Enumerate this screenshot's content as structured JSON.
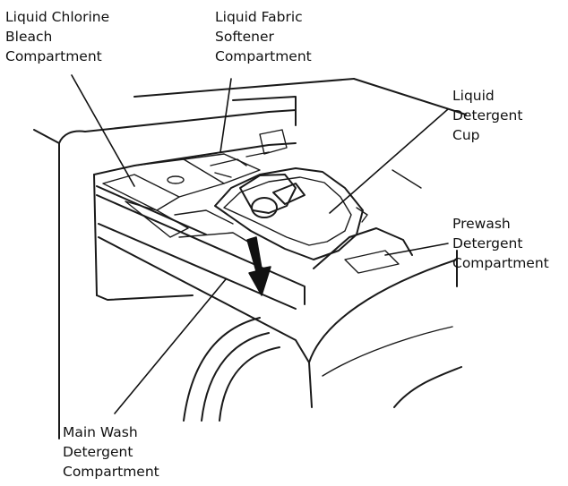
{
  "labels": {
    "bleach": {
      "lines": [
        "Liquid Chlorine",
        "Bleach",
        "Compartment"
      ]
    },
    "softener": {
      "lines": [
        "Liquid Fabric",
        "Softener",
        "Compartment"
      ]
    },
    "detergent_cup": {
      "lines": [
        "Liquid",
        "Detergent",
        "Cup"
      ]
    },
    "prewash": {
      "lines": [
        "Prewash",
        "Detergent",
        "Compartment"
      ]
    },
    "main_wash": {
      "lines": [
        "Main Wash",
        "Detergent",
        "Compartment"
      ]
    }
  }
}
